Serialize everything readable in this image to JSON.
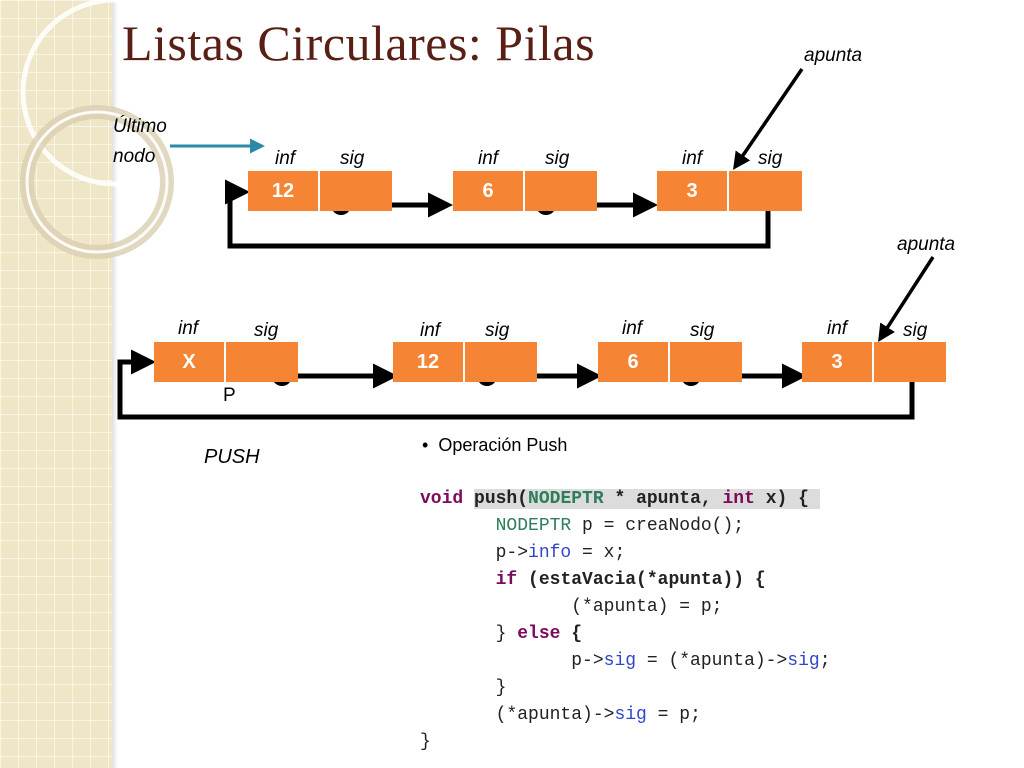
{
  "slide": {
    "title": "Listas Circulares: Pilas",
    "ultimo_line1": "Último",
    "ultimo_line2": "nodo",
    "apunta_top": "apunta",
    "apunta_bottom": "apunta",
    "push_label": "PUSH",
    "p_label": "P",
    "bullet": "Operación Push",
    "colors": {
      "node": "#f58434",
      "title": "#5a1f14",
      "pointer_arrow": "#2a8aa8"
    }
  },
  "diagram_top": {
    "nodes": [
      {
        "inf_header": "inf",
        "sig_header": "sig",
        "value": "12"
      },
      {
        "inf_header": "inf",
        "sig_header": "sig",
        "value": "6"
      },
      {
        "inf_header": "inf",
        "sig_header": "sig",
        "value": "3"
      }
    ]
  },
  "diagram_bottom": {
    "nodes": [
      {
        "inf_header": "inf",
        "sig_header": "sig",
        "value": "X"
      },
      {
        "inf_header": "inf",
        "sig_header": "sig",
        "value": "12"
      },
      {
        "inf_header": "inf",
        "sig_header": "sig",
        "value": "6"
      },
      {
        "inf_header": "inf",
        "sig_header": "sig",
        "value": "3"
      }
    ]
  },
  "code": {
    "l1_void": "void",
    "l1_sig": "push(",
    "l1_type": "NODEPTR",
    "l1_rest": " * apunta, ",
    "l1_int": "int",
    "l1_end": " x) {",
    "l2_type": "NODEPTR",
    "l2_rest": " p = creaNodo();",
    "l3_a": "p->",
    "l3_field": "info",
    "l3_b": " = x;",
    "l4_if": "if",
    "l4_rest": " (estaVacia(*apunta)) {",
    "l5": "(*apunta) = p;",
    "l6_a": "} ",
    "l6_else": "else",
    "l6_b": " {",
    "l7_a": "p->",
    "l7_field1": "sig",
    "l7_b": " = (*apunta)->",
    "l7_field2": "sig",
    "l7_c": ";",
    "l8": "}",
    "l9_a": "(*apunta)->",
    "l9_field": "sig",
    "l9_b": " = p;",
    "l10": "}"
  }
}
